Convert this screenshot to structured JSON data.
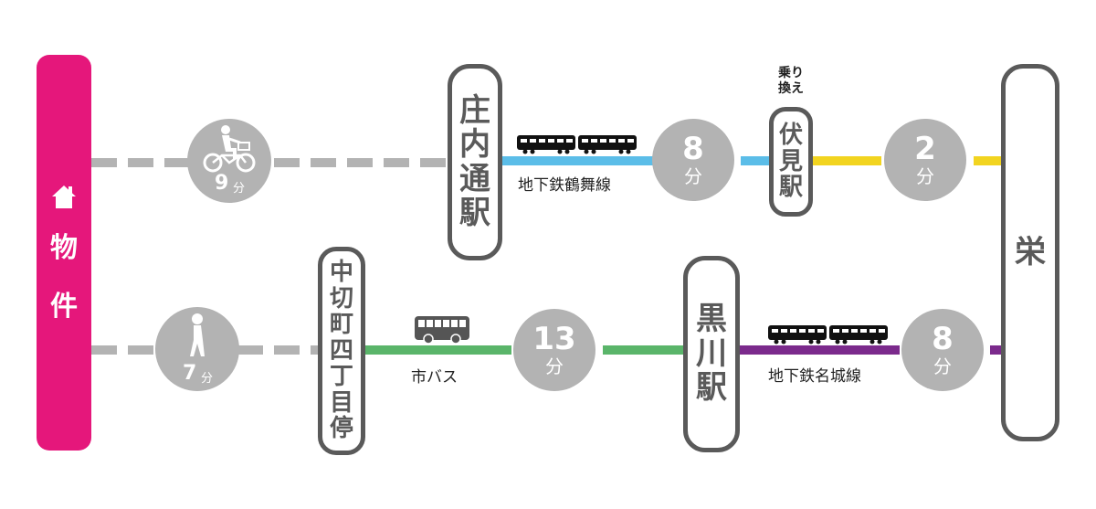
{
  "origin": {
    "label_chars": [
      "物",
      "件"
    ],
    "icon": "house-icon",
    "color": "#e5177b"
  },
  "route_upper": {
    "access": {
      "mode": "bicycle",
      "icon": "bicycle-icon",
      "minutes": "9",
      "unit": "分"
    },
    "station_1": {
      "chars": [
        "庄",
        "内",
        "通",
        "駅"
      ]
    },
    "leg_1": {
      "line_name": "地下鉄鶴舞線",
      "icon": "train-icon",
      "minutes": "8",
      "unit": "分",
      "color": "#5bbde8"
    },
    "transfer": {
      "note_lines": [
        "乗り",
        "換え"
      ],
      "chars": [
        "伏",
        "見",
        "駅"
      ]
    },
    "leg_2": {
      "minutes": "2",
      "unit": "分",
      "color": "#f2d420"
    }
  },
  "route_lower": {
    "access": {
      "mode": "walk",
      "icon": "walking-person-icon",
      "minutes": "7",
      "unit": "分"
    },
    "stop_1": {
      "chars": [
        "中",
        "切",
        "町",
        "四",
        "丁",
        "目",
        "停"
      ]
    },
    "leg_1": {
      "line_name": "市バス",
      "icon": "bus-icon",
      "minutes": "13",
      "unit": "分",
      "color": "#5ab56a"
    },
    "station_2": {
      "chars": [
        "黒",
        "川",
        "駅"
      ]
    },
    "leg_2": {
      "line_name": "地下鉄名城線",
      "icon": "train-icon",
      "minutes": "8",
      "unit": "分",
      "color": "#7b2a8c"
    }
  },
  "destination": {
    "chars": [
      "栄"
    ]
  },
  "colors": {
    "dash": "#b3b3b3",
    "station_border": "#5a5a5a",
    "time_circle": "#b3b3b3"
  }
}
